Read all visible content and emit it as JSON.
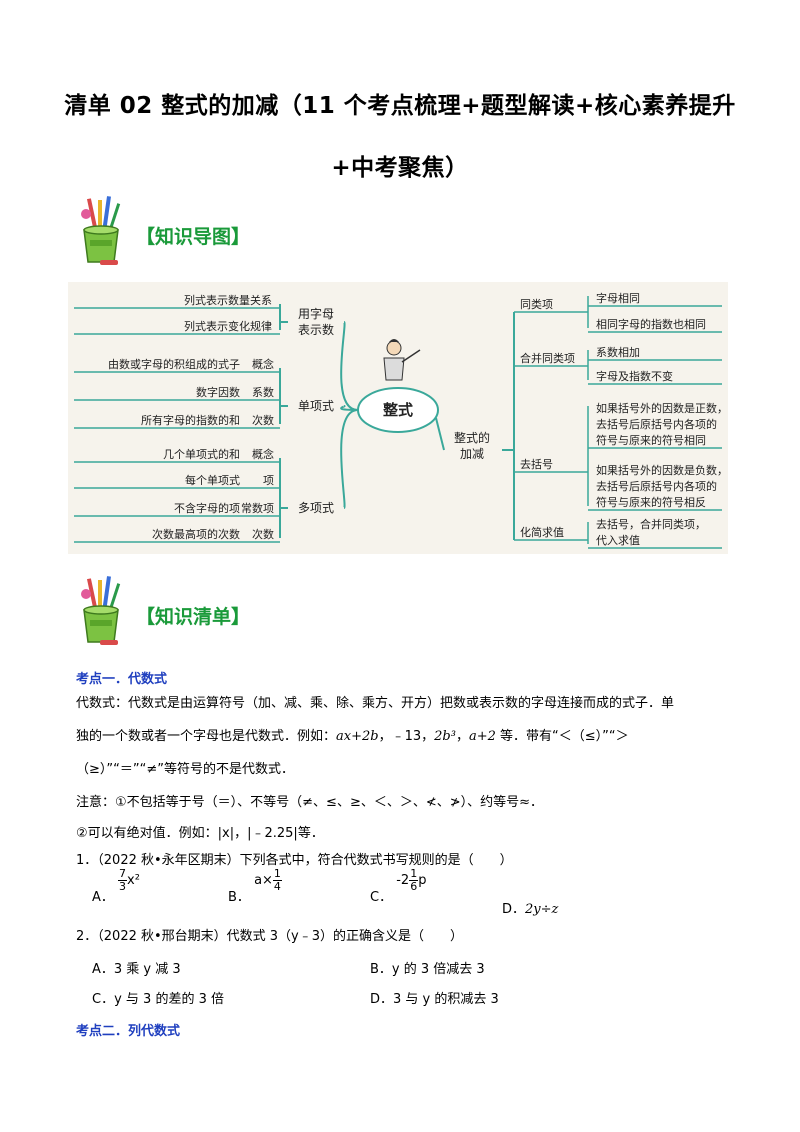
{
  "doc": {
    "title_line1": "清单 02  整式的加减（11 个考点梳理+题型解读+核心素养提升",
    "title_line2": "+中考聚焦）"
  },
  "sections": {
    "mindmap_label": "【知识导图】",
    "list_label": "【知识清单】"
  },
  "mindmap": {
    "center": "整式",
    "left_branches": [
      {
        "label": "用字母表示数",
        "lines": [
          "用字母",
          "表示数"
        ],
        "leaves": [
          {
            "left": "列式表示数量关系",
            "right": ""
          },
          {
            "left": "列式表示变化规律",
            "right": ""
          }
        ]
      },
      {
        "label": "单项式",
        "lines": [
          "单项式"
        ],
        "leaves": [
          {
            "left": "由数或字母的积组成的式子",
            "right": "概念"
          },
          {
            "left": "数字因数",
            "right": "系数"
          },
          {
            "left": "所有字母的指数的和",
            "right": "次数"
          }
        ]
      },
      {
        "label": "多项式",
        "lines": [
          "多项式"
        ],
        "leaves": [
          {
            "left": "几个单项式的和",
            "right": "概念"
          },
          {
            "left": "每个单项式",
            "right": "项"
          },
          {
            "left": "不含字母的项",
            "right": "常数项"
          },
          {
            "left": "次数最高项的次数",
            "right": "次数"
          }
        ]
      }
    ],
    "right_root": [
      "整式的",
      "加减"
    ],
    "right_branches": [
      {
        "label": "同类项",
        "leaves": [
          [
            "字母相同"
          ],
          [
            "相同字母的指数也相同"
          ]
        ]
      },
      {
        "label": "合并同类项",
        "leaves": [
          [
            "系数相加"
          ],
          [
            "字母及指数不变"
          ]
        ]
      },
      {
        "label": "去括号",
        "leaves": [
          [
            "如果括号外的因数是正数，",
            "去括号后原括号内各项的",
            "符号与原来的符号相同"
          ],
          [
            "如果括号外的因数是负数，",
            "去括号后原括号内各项的",
            "符号与原来的符号相反"
          ]
        ]
      },
      {
        "label": "化简求值",
        "leaves": [
          [
            "去括号，合并同类项，",
            "代入求值"
          ]
        ]
      }
    ]
  },
  "kp1": {
    "heading": "考点一．代数式",
    "def_line1": "代数式：代数式是由运算符号（加、减、乘、除、乘方、开方）把数或表示数的字母连接而成的式子．单",
    "def_line2_pre": "独的一个数或者一个字母也是代数式．例如：",
    "def_line2_ex1": "ax+2b",
    "def_line2_mid": "，﹣13，",
    "def_line2_ex2": "2b³",
    "def_line2_sep": "，",
    "def_line2_ex3": "a+2",
    "def_line2_post": " 等．带有“＜（≤）”“＞",
    "def_line3": "（≥）”“＝”“≠”等符号的不是代数式．",
    "note1": "注意：①不包括等于号（＝）、不等号（≠、≤、≥、＜、＞、≮、≯）、约等号≈．",
    "note2": "②可以有绝对值．例如：|x|，|﹣2.25|等．"
  },
  "q1": {
    "stem": "1．（2022 秋•永年区期末）下列各式中，符合代数式书写规则的是（　　）",
    "a_label": "A．",
    "a_num": "7",
    "a_den": "3",
    "a_var": "x²",
    "b_label": "B．",
    "b_pre": "a×",
    "b_num": "1",
    "b_den": "4",
    "c_label": "C．",
    "c_pre": "-2",
    "c_num": "1",
    "c_den": "6",
    "c_var": "p",
    "d_label": "D．",
    "d_text": "2y÷z"
  },
  "q2": {
    "stem": "2．（2022 秋•邢台期末）代数式 3（y﹣3）的正确含义是（　　）",
    "a": "A．3 乘 y 减 3",
    "b": "B．y 的 3 倍减去 3",
    "c": "C．y 与 3 的差的 3 倍",
    "d": "D．3 与 y 的积减去 3"
  },
  "kp2": {
    "heading": "考点二．列代数式"
  },
  "colors": {
    "heading_green": "#1a9a3a",
    "topic_blue": "#1f3fbf",
    "map_line": "#3aa89a",
    "map_bg": "#f6f3ec"
  },
  "icons": [
    "pencil-cup-icon",
    "teacher-figure-icon"
  ]
}
